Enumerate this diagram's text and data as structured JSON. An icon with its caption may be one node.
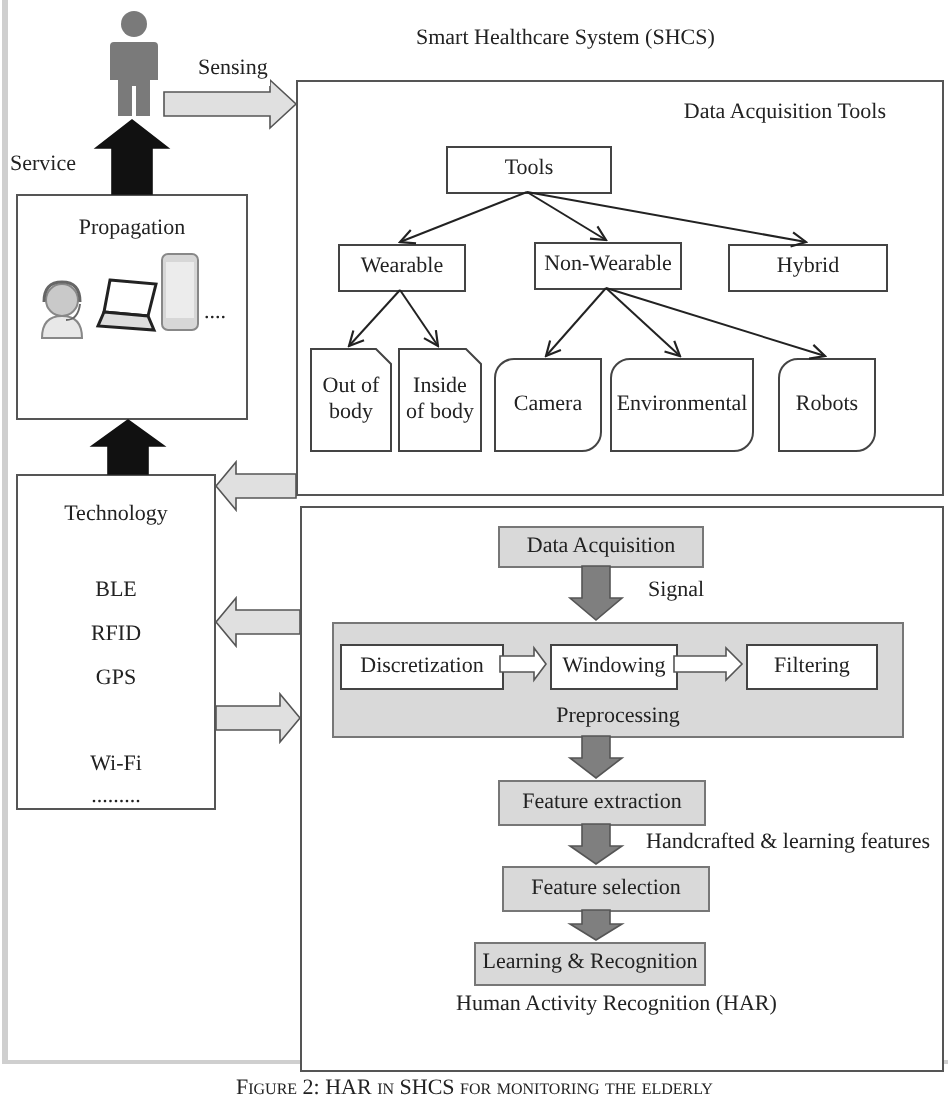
{
  "diagram": {
    "title": "Smart Healthcare System (SHCS)",
    "caption": "Figure 2: HAR in SHCS for monitoring the elderly",
    "nodes": [
      {
        "text": [],
        "shape": "person"
      },
      {
        "text": [
          "Data Acquisition Tools"
        ]
      },
      {
        "text": [
          "Tools"
        ],
        "in": 1
      },
      {
        "text": [
          "Wearable"
        ],
        "in": 1
      },
      {
        "text": [
          "Non-Wearable"
        ],
        "in": 1
      },
      {
        "text": [
          "Hybrid"
        ],
        "in": 1
      },
      {
        "text": [
          "Out of body"
        ],
        "in": 1
      },
      {
        "text": [
          "Inside of body"
        ],
        "in": 1
      },
      {
        "text": [
          "Camera"
        ],
        "in": 1
      },
      {
        "text": [
          "Environmental"
        ],
        "in": 1
      },
      {
        "text": [
          "Robots"
        ],
        "in": 1
      },
      {
        "text": [
          "Propagation",
          "...."
        ]
      },
      {
        "text": [
          "Technology",
          "BLE",
          "RFID",
          "GPS",
          "Wi-Fi",
          "........."
        ]
      },
      {
        "text": [],
        "shape": "box"
      },
      {
        "text": [
          "Data Acquisition"
        ],
        "in": 13
      },
      {
        "text": [
          "Preprocessing"
        ],
        "in": 13
      },
      {
        "text": [
          "Discretization"
        ],
        "in": 15
      },
      {
        "text": [
          "Windowing"
        ],
        "in": 15
      },
      {
        "text": [
          "Filtering"
        ],
        "in": 15
      },
      {
        "text": [
          "Feature extraction"
        ],
        "in": 13
      },
      {
        "text": [
          "Feature selection"
        ],
        "in": 13
      },
      {
        "text": [
          "Learning & Recognition"
        ],
        "in": 13,
        "beside": [
          "Human Activity Recognition (HAR)"
        ]
      }
    ],
    "edges": [
      {
        "from": 0,
        "to": 1,
        "arrow": "to",
        "label": "Sensing",
        "style": "thick",
        "color": "#e0e0e0"
      },
      {
        "from": 11,
        "to": 0,
        "arrow": "to",
        "label": "Service",
        "style": "thick",
        "color": "#111111"
      },
      {
        "from": 12,
        "to": 11,
        "arrow": "to",
        "style": "thick",
        "color": "#111111"
      },
      {
        "from": 1,
        "to": 12,
        "arrow": "to",
        "style": "thick",
        "color": "#e0e0e0"
      },
      {
        "from": 13,
        "to": 12,
        "arrow": "to",
        "style": "thick",
        "color": "#e0e0e0"
      },
      {
        "from": 12,
        "to": 13,
        "arrow": "to",
        "style": "thick",
        "color": "#e0e0e0"
      },
      {
        "from": 2,
        "to": 3,
        "arrow": "to"
      },
      {
        "from": 2,
        "to": 4,
        "arrow": "to"
      },
      {
        "from": 2,
        "to": 5,
        "arrow": "to"
      },
      {
        "from": 3,
        "to": 6,
        "arrow": "to"
      },
      {
        "from": 3,
        "to": 7,
        "arrow": "to"
      },
      {
        "from": 4,
        "to": 8,
        "arrow": "to"
      },
      {
        "from": 4,
        "to": 9,
        "arrow": "to"
      },
      {
        "from": 4,
        "to": 10,
        "arrow": "to"
      },
      {
        "from": 14,
        "to": 15,
        "arrow": "to",
        "label": "Signal",
        "style": "thick",
        "color": "#7f7f7f"
      },
      {
        "from": 16,
        "to": 17,
        "arrow": "to",
        "style": "thick",
        "color": "#ffffff"
      },
      {
        "from": 17,
        "to": 18,
        "arrow": "to",
        "style": "thick",
        "color": "#ffffff"
      },
      {
        "from": 15,
        "to": 19,
        "arrow": "to",
        "style": "thick",
        "color": "#7f7f7f"
      },
      {
        "from": 19,
        "to": 20,
        "arrow": "to",
        "label": "Handcrafted & learning features",
        "style": "thick",
        "color": "#7f7f7f"
      },
      {
        "from": 20,
        "to": 21,
        "arrow": "to",
        "style": "thick",
        "color": "#7f7f7f"
      }
    ]
  }
}
